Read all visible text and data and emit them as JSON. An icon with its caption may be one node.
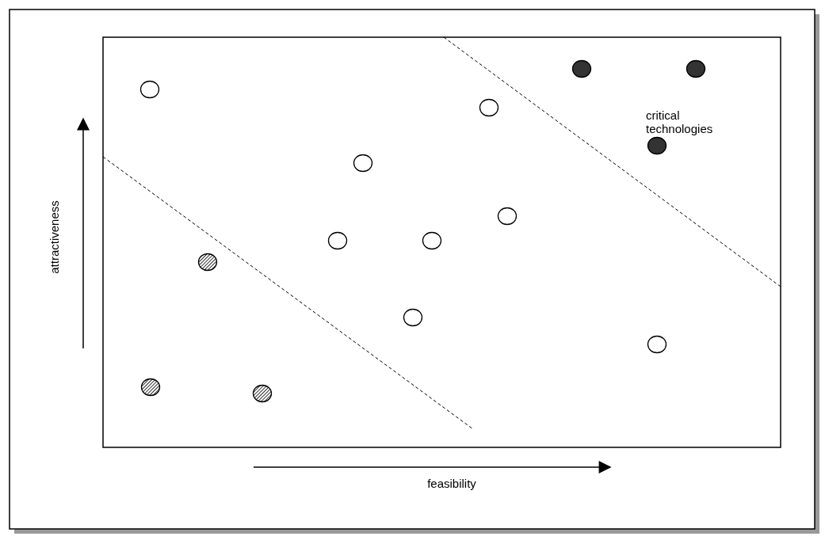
{
  "diagram": {
    "labels": [
      "critical technologies",
      "attractiveness",
      "feasibility"
    ]
  }
}
